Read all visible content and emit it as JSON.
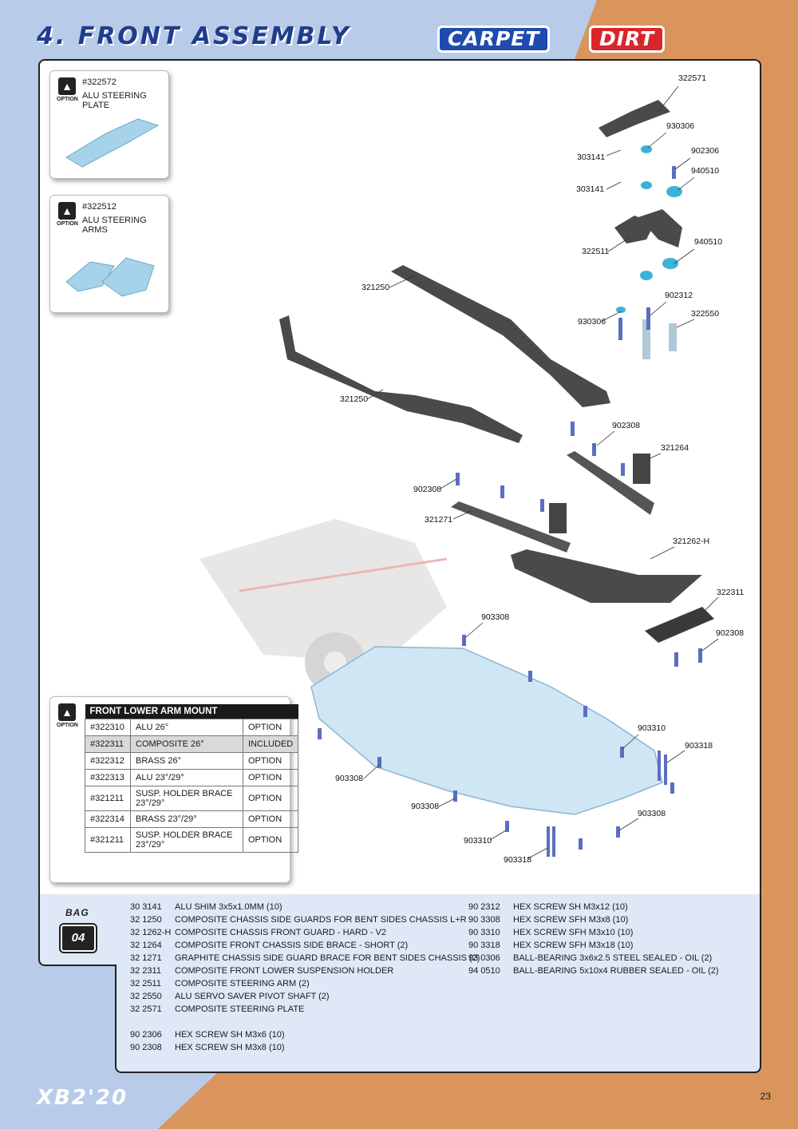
{
  "header": {
    "title": "4. FRONT ASSEMBLY",
    "badge_carpet": "CARPET",
    "badge_dirt": "DIRT"
  },
  "options": [
    {
      "icon": "thumbs-up-icon",
      "label": "OPTION",
      "code": "#322572",
      "name": "ALU STEERING PLATE"
    },
    {
      "icon": "thumbs-up-icon",
      "label": "OPTION",
      "code": "#322512",
      "name": "ALU STEERING ARMS"
    }
  ],
  "callouts": {
    "c322571": "322571",
    "c930306a": "930306",
    "c303141a": "303141",
    "c902306": "902306",
    "c940510a": "940510",
    "c303141b": "303141",
    "c322511": "322511",
    "c940510b": "940510",
    "c321250a": "321250",
    "c902312": "902312",
    "c930306b": "930306",
    "c322550": "322550",
    "c321250b": "321250",
    "c902308a": "902308",
    "c321264": "321264",
    "c902308b": "902308",
    "c321271": "321271",
    "c321262h": "321262-H",
    "c322311": "322311",
    "c903308a": "903308",
    "c902308c": "902308",
    "c903310a": "903310",
    "c903318a": "903318",
    "c903308b": "903308",
    "c903308c": "903308",
    "c903308d": "903308",
    "c903310b": "903310",
    "c903318b": "903318"
  },
  "mount_table": {
    "icon_label": "OPTION",
    "title": "FRONT LOWER ARM MOUNT",
    "rows": [
      {
        "code": "#322310",
        "name": "ALU 26°",
        "status": "OPTION"
      },
      {
        "code": "#322311",
        "name": "COMPOSITE 26°",
        "status": "INCLUDED"
      },
      {
        "code": "#322312",
        "name": "BRASS 26°",
        "status": "OPTION"
      },
      {
        "code": "#322313",
        "name": "ALU 23°/29°",
        "status": "OPTION"
      },
      {
        "code": "#321211",
        "name": "SUSP. HOLDER BRACE 23°/29°",
        "status": "OPTION"
      },
      {
        "code": "#322314",
        "name": "BRASS 23°/29°",
        "status": "OPTION"
      },
      {
        "code": "#321211",
        "name": "SUSP. HOLDER BRACE 23°/29°",
        "status": "OPTION"
      }
    ]
  },
  "bag": {
    "label": "BAG",
    "number": "04"
  },
  "parts_left": [
    {
      "code": "30 3141",
      "desc": "ALU SHIM 3x5x1.0MM (10)"
    },
    {
      "code": "32 1250",
      "desc": "COMPOSITE CHASSIS SIDE GUARDS FOR BENT SIDES CHASSIS L+R"
    },
    {
      "code": "32 1262-H",
      "desc": "COMPOSITE CHASSIS FRONT GUARD - HARD - V2"
    },
    {
      "code": "32 1264",
      "desc": "COMPOSITE FRONT CHASSIS SIDE BRACE - SHORT (2)"
    },
    {
      "code": "32 1271",
      "desc": "GRAPHITE CHASSIS SIDE GUARD BRACE FOR BENT SIDES CHASSIS (2)"
    },
    {
      "code": "32 2311",
      "desc": "COMPOSITE FRONT LOWER SUSPENSION HOLDER"
    },
    {
      "code": "32 2511",
      "desc": "COMPOSITE STEERING ARM (2)"
    },
    {
      "code": "32 2550",
      "desc": "ALU SERVO SAVER PIVOT SHAFT (2)"
    },
    {
      "code": "32 2571",
      "desc": "COMPOSITE STEERING PLATE"
    }
  ],
  "parts_left_b": [
    {
      "code": "90 2306",
      "desc": "HEX SCREW  SH M3x6  (10)"
    },
    {
      "code": "90 2308",
      "desc": "HEX SCREW  SH M3x8  (10)"
    }
  ],
  "parts_right": [
    {
      "code": "90 2312",
      "desc": "HEX SCREW  SH M3x12  (10)"
    },
    {
      "code": "90 3308",
      "desc": "HEX SCREW  SFH M3x8  (10)"
    },
    {
      "code": "90 3310",
      "desc": "HEX SCREW  SFH M3x10  (10)"
    },
    {
      "code": "90 3318",
      "desc": "HEX SCREW  SFH M3x18  (10)"
    },
    {
      "code": "93 0306",
      "desc": "BALL-BEARING 3x6x2.5 STEEL SEALED - OIL (2)"
    },
    {
      "code": "94 0510",
      "desc": "BALL-BEARING 5x10x4 RUBBER SEALED - OIL (2)"
    }
  ],
  "footer": {
    "model": "XB2'20",
    "page": "23"
  },
  "colors": {
    "blue_bg": "#b8cbe9",
    "orange_bg": "#d9955c",
    "carpet": "#1f4bb0",
    "dirt": "#d8262a",
    "plate": "#cfe6f5",
    "aluminium": "#3bb3d6"
  }
}
